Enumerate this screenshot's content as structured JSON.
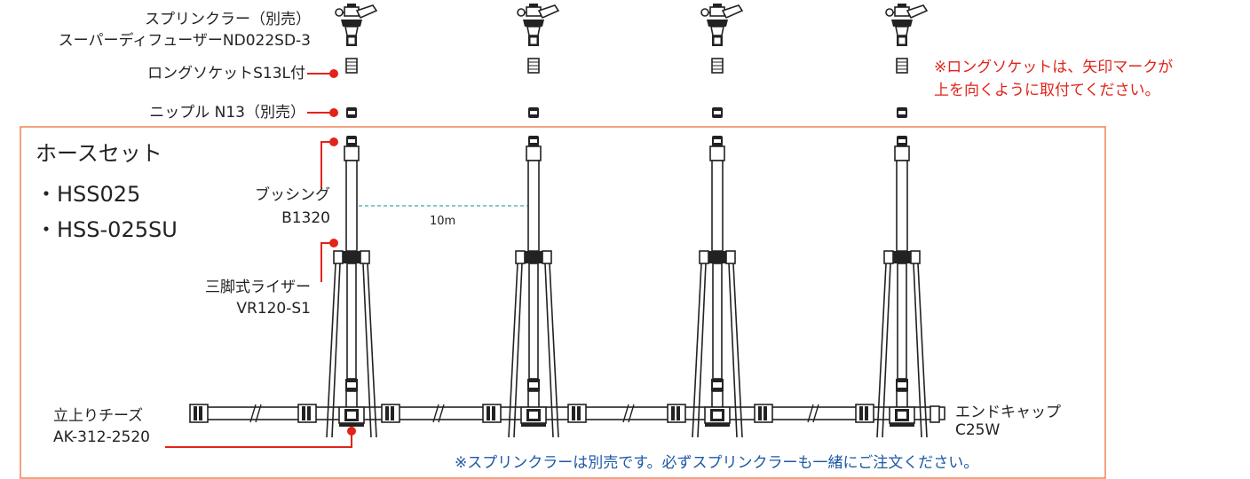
{
  "labels": {
    "sprinkler_1": "スプリンクラー（別売）",
    "sprinkler_2": "スーパーディフューザーND022SD-3",
    "long_socket": "ロングソケットS13L付",
    "nipple": "ニップル N13（別売）",
    "bushing_1": "ブッシング",
    "bushing_2": "B1320",
    "riser_1": "三脚式ライザー",
    "riser_2": "VR120-S1",
    "tee_1": "立上りチーズ",
    "tee_2": "AK-312-2520",
    "endcap_1": "エンドキャップ",
    "endcap_2": "C25W",
    "spacing": "10m"
  },
  "notes": {
    "socket_note_1": "※ロングソケットは、矢印マークが",
    "socket_note_2": "上を向くように取付てください。",
    "bottom_note": "※スプリンクラーは別売です。必ずスプリンクラーも一緒にご注文ください。"
  },
  "hose_set": {
    "title": "ホースセット",
    "items": [
      "・HSS025",
      "・HSS-025SU"
    ]
  },
  "colors": {
    "accent_red": "#e2231a",
    "frame_orange": "#f08a5d",
    "dimension_teal": "#3aa6a6",
    "line_dark": "#222222"
  }
}
